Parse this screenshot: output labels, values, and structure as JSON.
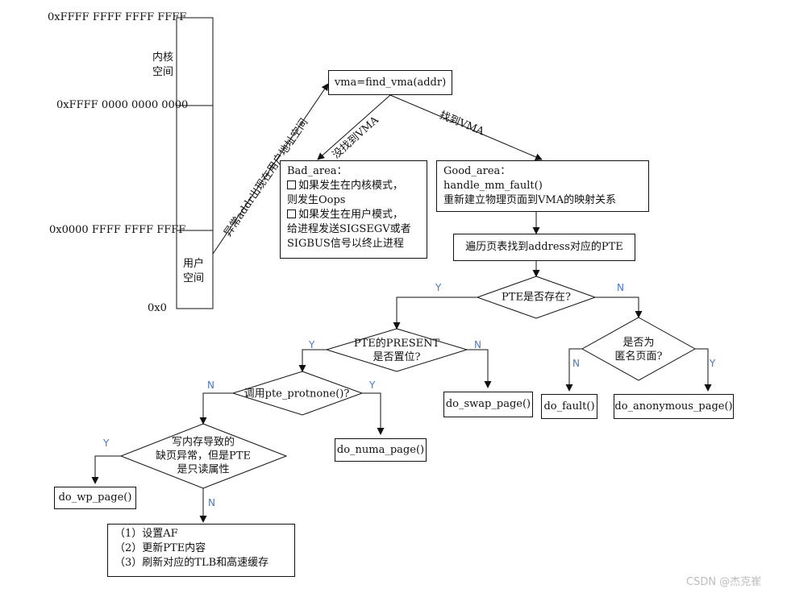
{
  "memory": {
    "addr_top": "0xFFFF FFFF FFFF FFFF",
    "addr_kernel_start": "0xFFFF 0000 0000 0000",
    "addr_user_end": "0x0000 FFFF FFFF FFFF",
    "addr_zero": "0x0",
    "kernel_space_l1": "内核",
    "kernel_space_l2": "空间",
    "user_space_l1": "用户",
    "user_space_l2": "空间"
  },
  "edges": {
    "exception_label": "异常addr出现在用户地址空间",
    "not_found_vma": "没找到VMA",
    "found_vma": "找到VMA"
  },
  "nodes": {
    "find_vma": "vma=find_vma(addr)",
    "bad_area": {
      "title": "Bad_area：",
      "line1": "如果发生在内核模式，",
      "line2": "则发生Oops",
      "line3": "如果发生在用户模式，",
      "line4": "给进程发送SIGSEGV或者",
      "line5": "SIGBUS信号以终止进程"
    },
    "good_area": {
      "title": "Good_area：",
      "line1": "handle_mm_fault()",
      "line2": "重新建立物理页面到VMA的映射关系"
    },
    "walk_pte": "遍历页表找到address对应的PTE",
    "pte_exists": "PTE是否存在?",
    "pte_present_l1": "PTE的PRESENT",
    "pte_present_l2": "是否置位?",
    "is_anon_l1": "是否为",
    "is_anon_l2": "匿名页面?",
    "protnone": "调用pte_protnone()?",
    "write_fault_l1": "写内存导致的",
    "write_fault_l2": "缺页异常，但是PTE",
    "write_fault_l3": "是只读属性",
    "do_swap_page": "do_swap_page()",
    "do_fault": "do_fault()",
    "do_anonymous_page": "do_anonymous_page()",
    "do_numa_page": "do_numa_page()",
    "do_wp_page": "do_wp_page()",
    "final": {
      "line1": "（1）设置AF",
      "line2": "（2）更新PTE内容",
      "line3": "（3）刷新对应的TLB和高速缓存"
    }
  },
  "branch": {
    "yes": "Y",
    "no": "N"
  },
  "watermark": "CSDN @杰克崔"
}
